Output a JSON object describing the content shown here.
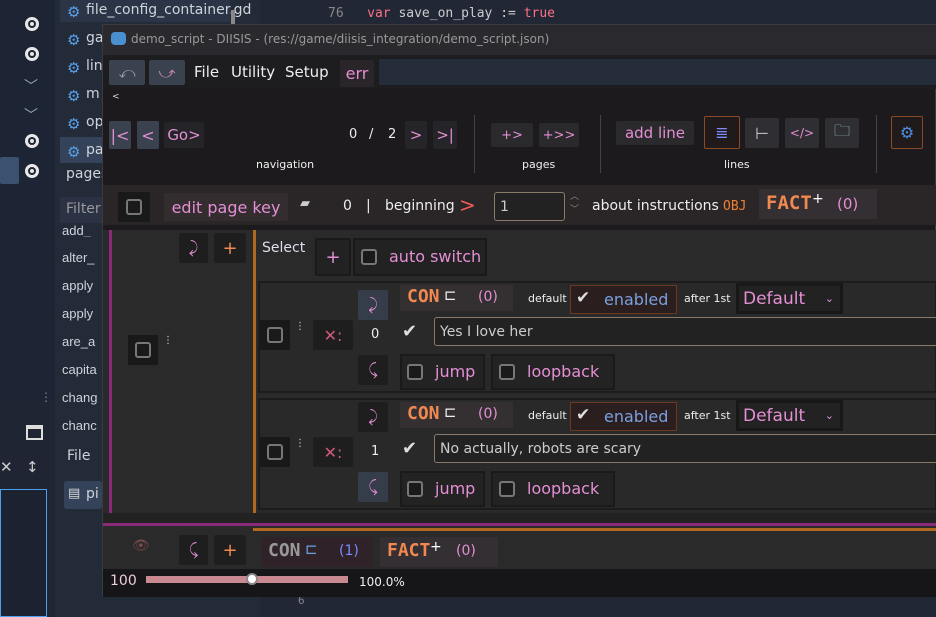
{
  "editor": {
    "code_top": {
      "line": "76",
      "kw": "var",
      "code": " save_on_play := ",
      "val": "true"
    },
    "code_bottom": {
      "line": "6"
    },
    "files": [
      "file_config_container.gd",
      "ga",
      "lin",
      "m",
      "op",
      "pa"
    ],
    "pages_tab": "pages",
    "filter_placeholder": "Filter",
    "methods": [
      "add_",
      "alter_",
      "apply",
      "apply",
      "are_a",
      "capita",
      "chang",
      "chanc"
    ],
    "file_tab": "File",
    "open_file": "pi"
  },
  "window": {
    "title": "demo_script - DIISIS - (res://game/diisis_integration/demo_script.json)",
    "menu": [
      "File",
      "Utility",
      "Setup"
    ],
    "err": "err",
    "collapse": "<",
    "nav": {
      "first": "|<",
      "prev": "<",
      "go": "Go>",
      "current": "0",
      "sep": "/",
      "total": "2",
      "next": ">",
      "last": ">|",
      "label": "navigation"
    },
    "pages": {
      "add_after": "+>",
      "add_end": "+>>",
      "label": "pages"
    },
    "lines": {
      "add_line": "add line",
      "label": "lines"
    },
    "page_header": {
      "edit_key": "edit page key",
      "page_number": "0",
      "sep": "|",
      "page_key": "beginning",
      "arrow": ">",
      "next_value": "1",
      "about": "about instructions",
      "obj": "OBJ",
      "fact": "FACT",
      "fact_count": "(0)"
    },
    "choice_block": {
      "select": "Select",
      "add": "+",
      "auto_switch": "auto switch",
      "choices": [
        {
          "index": "0",
          "con": "CON",
          "con_count": "(0)",
          "default_label": "default",
          "enabled": "enabled",
          "after_label": "after 1st",
          "after_value": "Default",
          "text": "Yes I love her",
          "jump": "jump",
          "loopback": "loopback"
        },
        {
          "index": "1",
          "con": "CON",
          "con_count": "(0)",
          "default_label": "default",
          "enabled": "enabled",
          "after_label": "after 1st",
          "after_value": "Default",
          "text": "No actually, robots are scary",
          "jump": "jump",
          "loopback": "loopback"
        }
      ]
    },
    "next_line": {
      "con": "CON",
      "con_count": "(1)",
      "fact": "FACT",
      "fact_count": "(0)"
    },
    "status": {
      "zoom": "100",
      "progress_percent": 100,
      "progress_text": "100.0%"
    }
  },
  "colors": {
    "pink": "#e48fd4",
    "orange": "#f08850",
    "blue": "#7aa0e0",
    "purple_border": "#8a2a78",
    "orange_border": "#b06a20"
  }
}
